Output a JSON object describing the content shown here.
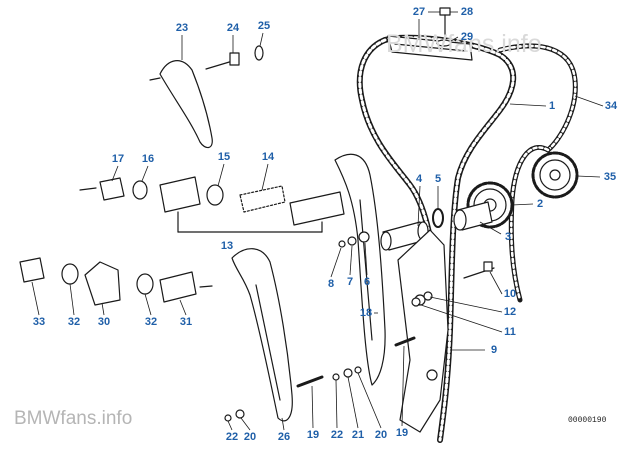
{
  "watermark_top": "BMWfans.info",
  "watermark_bottom": "BMWfans.info",
  "drawing_number": "00000190",
  "colors": {
    "callout": "#1f5fa8",
    "line": "#1a1a1a",
    "watermark": "#d9d9d9"
  },
  "callouts": [
    "1",
    "2",
    "3",
    "4",
    "5",
    "6",
    "7",
    "8",
    "9",
    "10",
    "11",
    "12",
    "13",
    "14",
    "15",
    "16",
    "17",
    "18",
    "19",
    "19",
    "20",
    "20",
    "21",
    "22",
    "22",
    "23",
    "24",
    "25",
    "26",
    "27",
    "28",
    "29",
    "30",
    "31",
    "32",
    "32",
    "33",
    "34",
    "35"
  ]
}
